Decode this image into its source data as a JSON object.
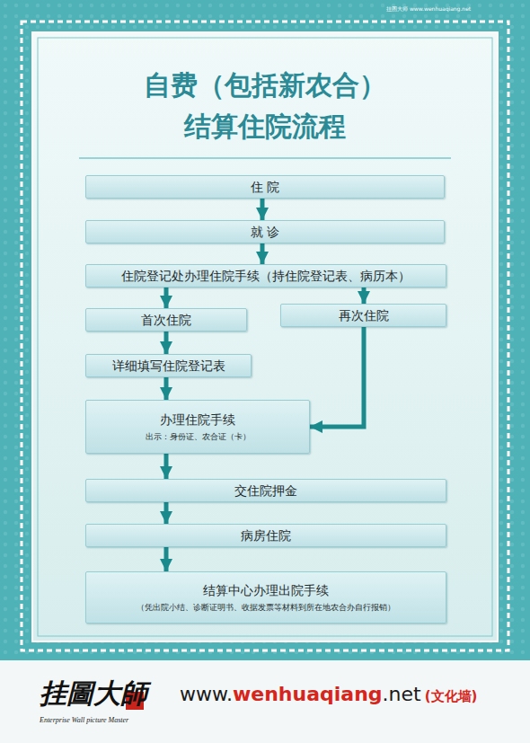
{
  "diagram": {
    "title": "自费（包括新农合） 结算住院流程",
    "nodes": [
      {
        "text": [
          "住 院"
        ]
      },
      {
        "text": [
          "就 诊"
        ]
      },
      {
        "text": [
          "住院登记处办理住院手续（持住院登记表、病历本）"
        ]
      },
      {
        "text": [
          "首次住院"
        ]
      },
      {
        "text": [
          "再次住院"
        ]
      },
      {
        "text": [
          "详细填写住院登记表"
        ]
      },
      {
        "text": [
          "办理住院手续",
          "出示：身份证、农合证（卡）"
        ]
      },
      {
        "text": [
          "交住院押金"
        ]
      },
      {
        "text": [
          "病房住院"
        ]
      },
      {
        "text": [
          "结算中心办理出院手续",
          "（凭出院小结、诊断证明书、收据发票等材料到所在地农合办自行报销）"
        ]
      }
    ],
    "edges": [
      {
        "from": 0,
        "to": 1,
        "arrow": "to"
      },
      {
        "from": 1,
        "to": 2,
        "arrow": "to"
      },
      {
        "from": 2,
        "to": 3,
        "arrow": "to"
      },
      {
        "from": 2,
        "to": 4,
        "arrow": "to"
      },
      {
        "from": 3,
        "to": 5,
        "arrow": "to"
      },
      {
        "from": 5,
        "to": 6,
        "arrow": "to"
      },
      {
        "from": 4,
        "to": 6,
        "arrow": "to"
      },
      {
        "from": 6,
        "to": 7,
        "arrow": "to"
      },
      {
        "from": 7,
        "to": 8,
        "arrow": "to"
      },
      {
        "from": 8,
        "to": 9,
        "arrow": "to"
      }
    ],
    "labels": [
      "挂图大师 www.wenhuaqiang.net",
      "挂圖大師",
      "Enterprise Wall picture Master",
      "www.",
      "wenhuaqiang",
      ".net",
      "(文化墙)"
    ]
  }
}
